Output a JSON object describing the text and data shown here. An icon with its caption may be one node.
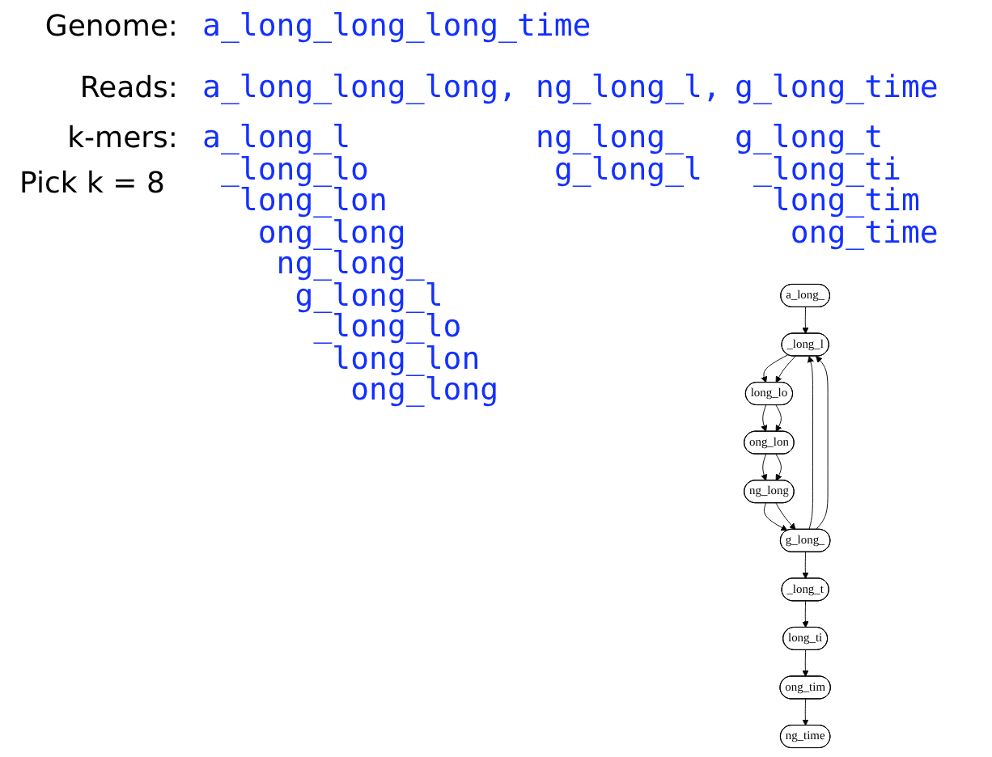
{
  "diagram": {
    "nodes": [
      {
        "text": [
          "a_long_"
        ]
      },
      {
        "text": [
          "g_long_"
        ]
      },
      {
        "text": [
          "_long_l"
        ]
      },
      {
        "text": [
          "_long_t"
        ]
      },
      {
        "text": [
          "long_lo"
        ]
      },
      {
        "text": [
          "long_ti"
        ]
      },
      {
        "text": [
          "ong_lon"
        ]
      },
      {
        "text": [
          "ong_tim"
        ]
      },
      {
        "text": [
          "ng_long"
        ]
      },
      {
        "text": [
          "ng_time"
        ]
      }
    ],
    "edges": [
      {
        "from": 0,
        "to": 2,
        "arrow": "to"
      },
      {
        "from": 1,
        "to": 2,
        "arrow": "to"
      },
      {
        "from": 1,
        "to": 2,
        "arrow": "to"
      },
      {
        "from": 1,
        "to": 3,
        "arrow": "to"
      },
      {
        "from": 2,
        "to": 4,
        "arrow": "to"
      },
      {
        "from": 2,
        "to": 4,
        "arrow": "to"
      },
      {
        "from": 4,
        "to": 6,
        "arrow": "to"
      },
      {
        "from": 4,
        "to": 6,
        "arrow": "to"
      },
      {
        "from": 6,
        "to": 8,
        "arrow": "to"
      },
      {
        "from": 6,
        "to": 8,
        "arrow": "to"
      },
      {
        "from": 8,
        "to": 1,
        "arrow": "to"
      },
      {
        "from": 8,
        "to": 1,
        "arrow": "to"
      },
      {
        "from": 3,
        "to": 5,
        "arrow": "to"
      },
      {
        "from": 5,
        "to": 7,
        "arrow": "to"
      },
      {
        "from": 7,
        "to": 9,
        "arrow": "to"
      }
    ],
    "labels": [
      "Genome:",
      "a_long_long_long_time",
      "Reads:",
      "a_long_long_long,",
      "ng_long_l,",
      "g_long_time",
      "k-mers:",
      "Pick k = 8",
      "a_long_l",
      "_long_lo",
      "long_lon",
      "ong_long",
      "ng_long_",
      "g_long_l",
      "_long_lo",
      "long_lon",
      "ong_long",
      "ng_long_",
      "g_long_l",
      "g_long_t",
      "_long_ti",
      "long_tim",
      "ong_time"
    ]
  }
}
